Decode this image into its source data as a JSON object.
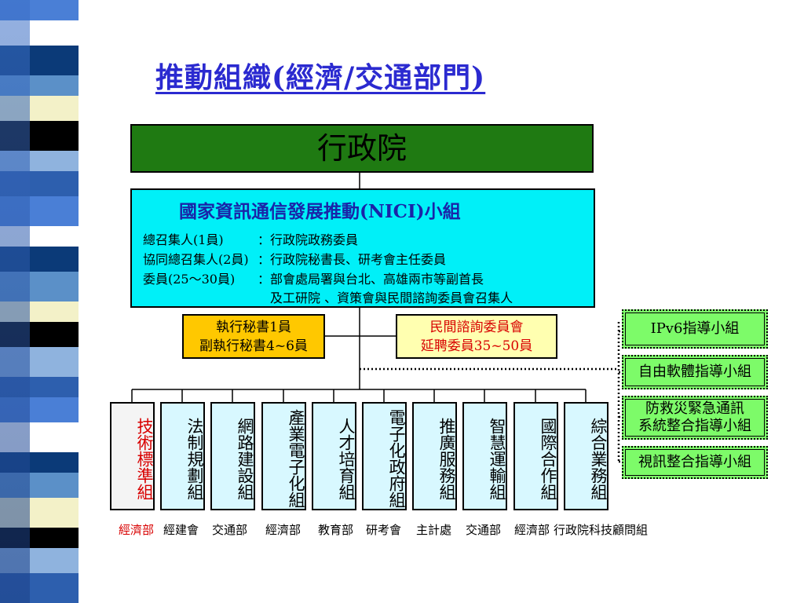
{
  "slide_title": "推動組織(經濟/交通部門)",
  "executive_yuan": "行政院",
  "nici": {
    "title": "國家資訊通信發展推動(NICI)小組",
    "rows": [
      {
        "label": "總召集人(1員)",
        "value": "：行政院政務委員"
      },
      {
        "label": "協同總召集人(2員)",
        "value": "：行政院秘書長、研考會主任委員"
      },
      {
        "label": "委員(25～30員)",
        "value": "：部會處局署與台北、高雄兩市等副首長"
      },
      {
        "label": "",
        "value": "　及工研院 、資策會與民間諮詢委員會召集人"
      }
    ]
  },
  "executive_secretary": {
    "line1": "執行秘書1員",
    "line2": "副執行秘書4~6員"
  },
  "civil_committee": {
    "line1": "民間諮詢委員會",
    "line2": "延聘委員35~50員"
  },
  "task_groups": [
    {
      "lines": [
        "IPv6指導小組"
      ]
    },
    {
      "lines": [
        "自由軟體指導小組"
      ]
    },
    {
      "lines": [
        "防救災緊急通訊",
        "系統整合指導小組"
      ]
    },
    {
      "lines": [
        "視訊整合指導小組"
      ]
    }
  ],
  "working_groups": [
    {
      "name": "技術標準組",
      "agency": "經濟部",
      "highlight": true
    },
    {
      "name": "法制規劃組",
      "agency": "經建會",
      "highlight": false
    },
    {
      "name": "網路建設組",
      "agency": "交通部",
      "highlight": false
    },
    {
      "name": "產業電子化組",
      "agency": "經濟部",
      "highlight": false
    },
    {
      "name": "人才培育組",
      "agency": "教育部",
      "highlight": false
    },
    {
      "name": "電子化政府組",
      "agency": "研考會",
      "highlight": false
    },
    {
      "name": "推廣服務組",
      "agency": "主計處",
      "highlight": false
    },
    {
      "name": "智慧運輸組",
      "agency": "交通部",
      "highlight": false
    },
    {
      "name": "國際合作組",
      "agency": "經濟部",
      "highlight": false
    },
    {
      "name": "綜合業務組",
      "agency": "行政院科技顧問組",
      "highlight": false
    }
  ],
  "colors": {
    "title": "#2b2ad0",
    "executive_fill": "#1f7a12",
    "nici_fill": "#00f0f8",
    "exec_sec_fill": "#ffc800",
    "civil_fill": "#ffffb0",
    "task_group_fill": "#7dfb69",
    "working_group_fill": "#d8f8ff",
    "highlight_text": "#d80000"
  }
}
